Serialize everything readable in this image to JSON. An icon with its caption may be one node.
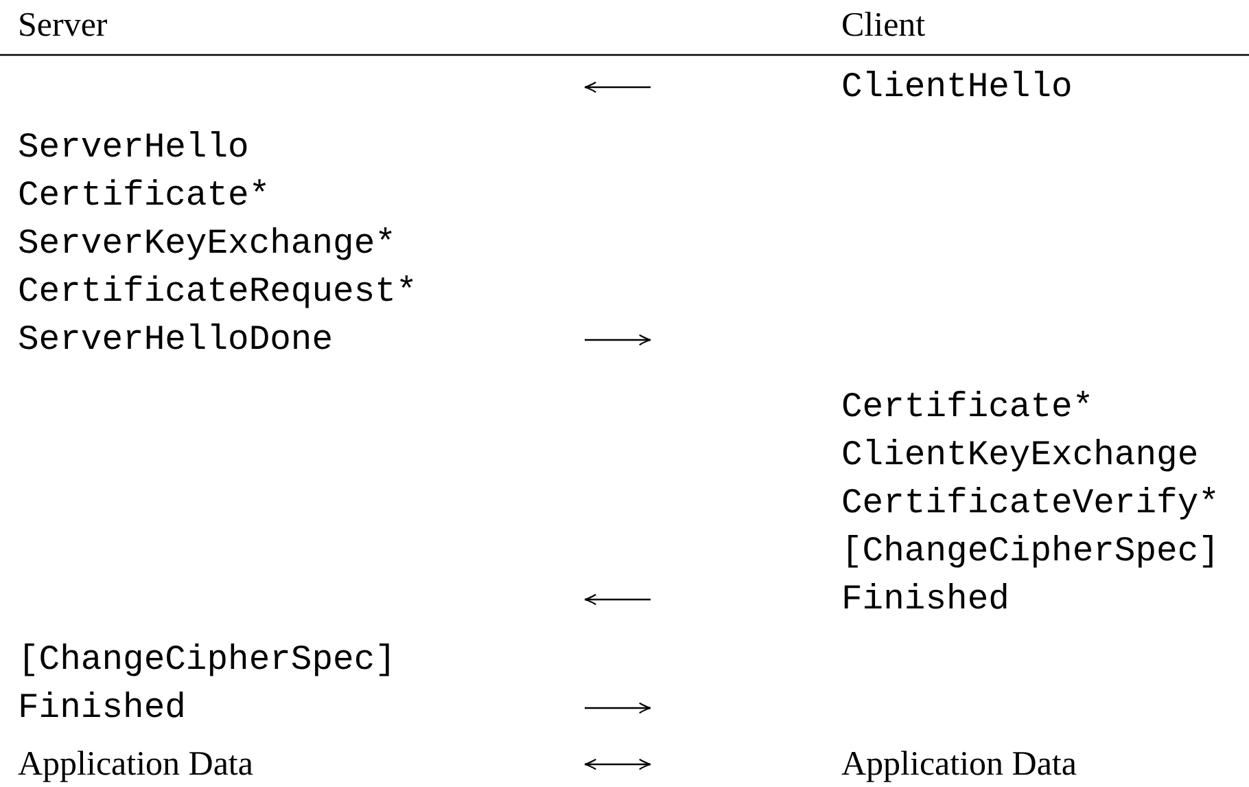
{
  "diagram": {
    "nodes": [
      {
        "text": [
          "ClientHello"
        ]
      },
      {
        "text": [
          "ServerHello",
          "Certificate*",
          "ServerKeyExchange*",
          "CertificateRequest*",
          "ServerHelloDone"
        ]
      },
      {
        "text": [
          "Certificate*",
          "ClientKeyExchange",
          "CertificateVerify*",
          "[ChangeCipherSpec]",
          "Finished"
        ]
      },
      {
        "text": [
          "[ChangeCipherSpec]",
          "Finished"
        ]
      },
      {
        "text": [
          "Application Data"
        ]
      },
      {
        "text": [
          "Application Data"
        ]
      }
    ],
    "labels": [
      "Server",
      "Client"
    ]
  }
}
